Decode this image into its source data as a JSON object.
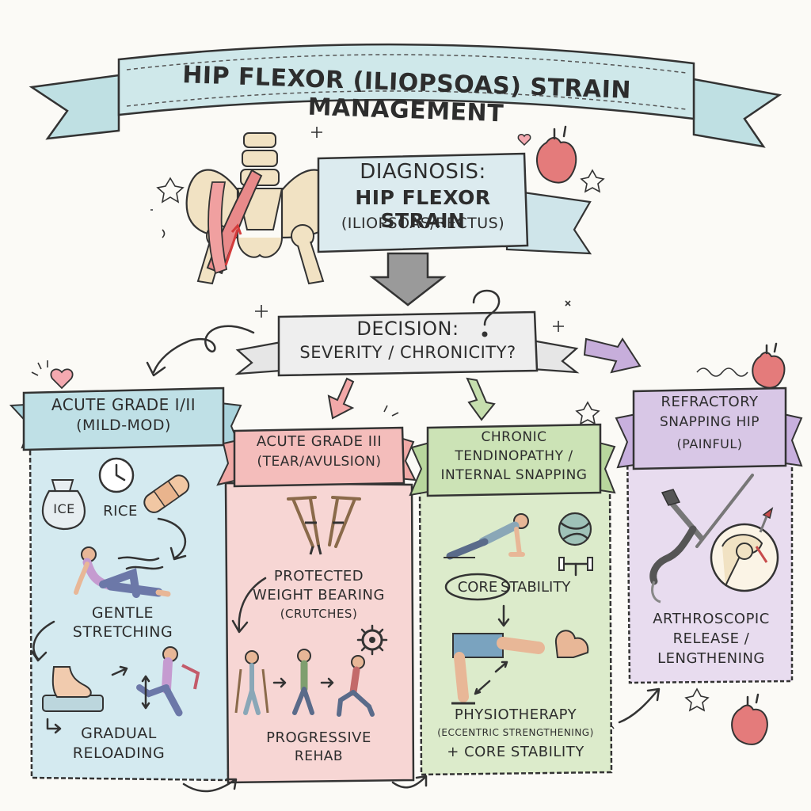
{
  "title": "HIP FLEXOR (ILIOPSOAS) STRAIN MANAGEMENT",
  "diagnosis": {
    "line1": "DIAGNOSIS:",
    "line2": "HIP FLEXOR STRAIN",
    "line3": "(ILIOPSOAS/RECTUS)"
  },
  "decision": {
    "line1": "DECISION:",
    "line2": "SEVERITY / CHRONICITY?"
  },
  "columns": [
    {
      "header1": "ACUTE GRADE I/II",
      "header2": "(MILD-MOD)",
      "ice_label": "ICE",
      "rice_label": "RICE",
      "stretch1": "GENTLE",
      "stretch2": "STRETCHING",
      "reload1": "GRADUAL",
      "reload2": "RELOADING",
      "color": "#cde6ec"
    },
    {
      "header1": "ACUTE GRADE III",
      "header2": "(TEAR/AVULSION)",
      "pwb1": "PROTECTED",
      "pwb2": "WEIGHT BEARING",
      "pwb3": "(CRUTCHES)",
      "rehab1": "PROGRESSIVE",
      "rehab2": "REHAB",
      "color": "#f6cfcf"
    },
    {
      "header1": "CHRONIC",
      "header2": "TENDINOPATHY /",
      "header3": "INTERNAL SNAPPING",
      "core_circled": "CORE",
      "core_rest": "STABILITY",
      "physio1": "PHYSIOTHERAPY",
      "physio2": "(ECCENTRIC STRENGTHENING)",
      "physio3": "+ CORE STABILITY",
      "color": "#d9e8c7"
    },
    {
      "header1": "REFRACTORY",
      "header2": "SNAPPING HIP",
      "header3": "(PAINFUL)",
      "surg1": "ARTHROSCOPIC",
      "surg2": "RELEASE /",
      "surg3": "LENGTHENING",
      "color": "#e3d6ec"
    }
  ]
}
